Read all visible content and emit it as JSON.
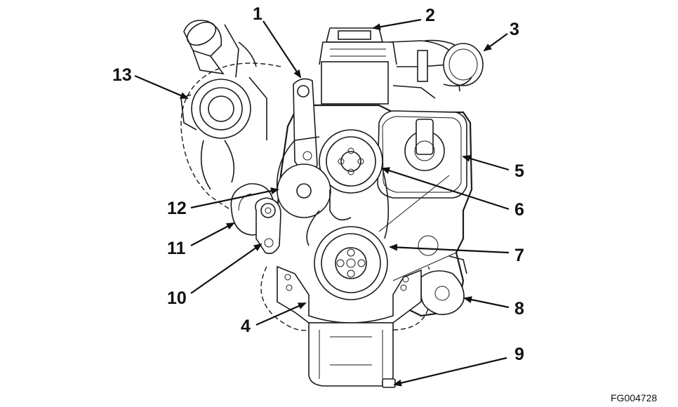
{
  "figure_id": "FG004728",
  "callouts": [
    "1",
    "2",
    "3",
    "4",
    "5",
    "6",
    "7",
    "8",
    "9",
    "10",
    "11",
    "12",
    "13"
  ]
}
